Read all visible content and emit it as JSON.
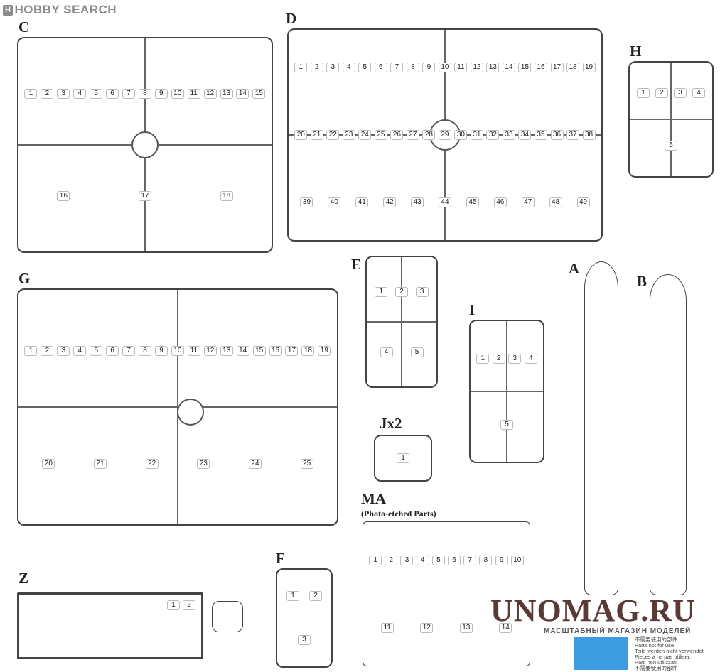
{
  "logo": {
    "mark": "H",
    "text": "HOBBY SEARCH"
  },
  "sprues": {
    "C": {
      "label": "C",
      "parts": [
        "1",
        "2",
        "3",
        "4",
        "5",
        "6",
        "7",
        "8",
        "9",
        "10",
        "11",
        "12",
        "13",
        "14",
        "15",
        "16",
        "17",
        "18"
      ]
    },
    "D": {
      "label": "D",
      "parts": [
        "1",
        "2",
        "3",
        "4",
        "5",
        "6",
        "7",
        "8",
        "9",
        "10",
        "11",
        "12",
        "13",
        "14",
        "15",
        "16",
        "17",
        "18",
        "19",
        "20",
        "21",
        "22",
        "23",
        "24",
        "25",
        "26",
        "27",
        "28",
        "29",
        "30",
        "31",
        "32",
        "33",
        "34",
        "35",
        "36",
        "37",
        "38",
        "39",
        "40",
        "41",
        "42",
        "43",
        "44",
        "45",
        "46",
        "47",
        "48",
        "49"
      ]
    },
    "H": {
      "label": "H",
      "parts": [
        "1",
        "2",
        "3",
        "4",
        "5"
      ]
    },
    "G": {
      "label": "G",
      "parts": [
        "1",
        "2",
        "3",
        "4",
        "5",
        "6",
        "7",
        "8",
        "9",
        "10",
        "11",
        "12",
        "13",
        "14",
        "15",
        "16",
        "17",
        "18",
        "19",
        "20",
        "21",
        "22",
        "23",
        "24",
        "25"
      ]
    },
    "E": {
      "label": "E",
      "parts": [
        "1",
        "2",
        "3",
        "4",
        "5"
      ]
    },
    "I": {
      "label": "I",
      "parts": [
        "1",
        "2",
        "3",
        "4",
        "5"
      ]
    },
    "J": {
      "label": "Jx2",
      "parts": [
        "1"
      ]
    },
    "MA": {
      "label": "MA",
      "subtitle": "(Photo-etched Parts)",
      "parts": [
        "1",
        "2",
        "3",
        "4",
        "5",
        "6",
        "7",
        "8",
        "9",
        "10",
        "11",
        "12",
        "13",
        "14"
      ]
    },
    "F": {
      "label": "F",
      "parts": [
        "1",
        "2",
        "3"
      ]
    },
    "Z": {
      "label": "Z",
      "parts": [
        "1",
        "2"
      ]
    },
    "A": {
      "label": "A"
    },
    "B": {
      "label": "B"
    }
  },
  "watermark": {
    "title": "UNOMAG.RU",
    "subtitle": "МАСШТАБНЫЙ МАГАЗИН МОДЕЛЕЙ"
  },
  "legend": {
    "lines": [
      "不需要使用的部件",
      "Parts not for use.",
      "Teile werden nicht verwendet.",
      "Pieces a ne pas utiliser.",
      "Parti non utilizzati.",
      "不需要使用的部件"
    ],
    "color": "#3d9ce0"
  }
}
